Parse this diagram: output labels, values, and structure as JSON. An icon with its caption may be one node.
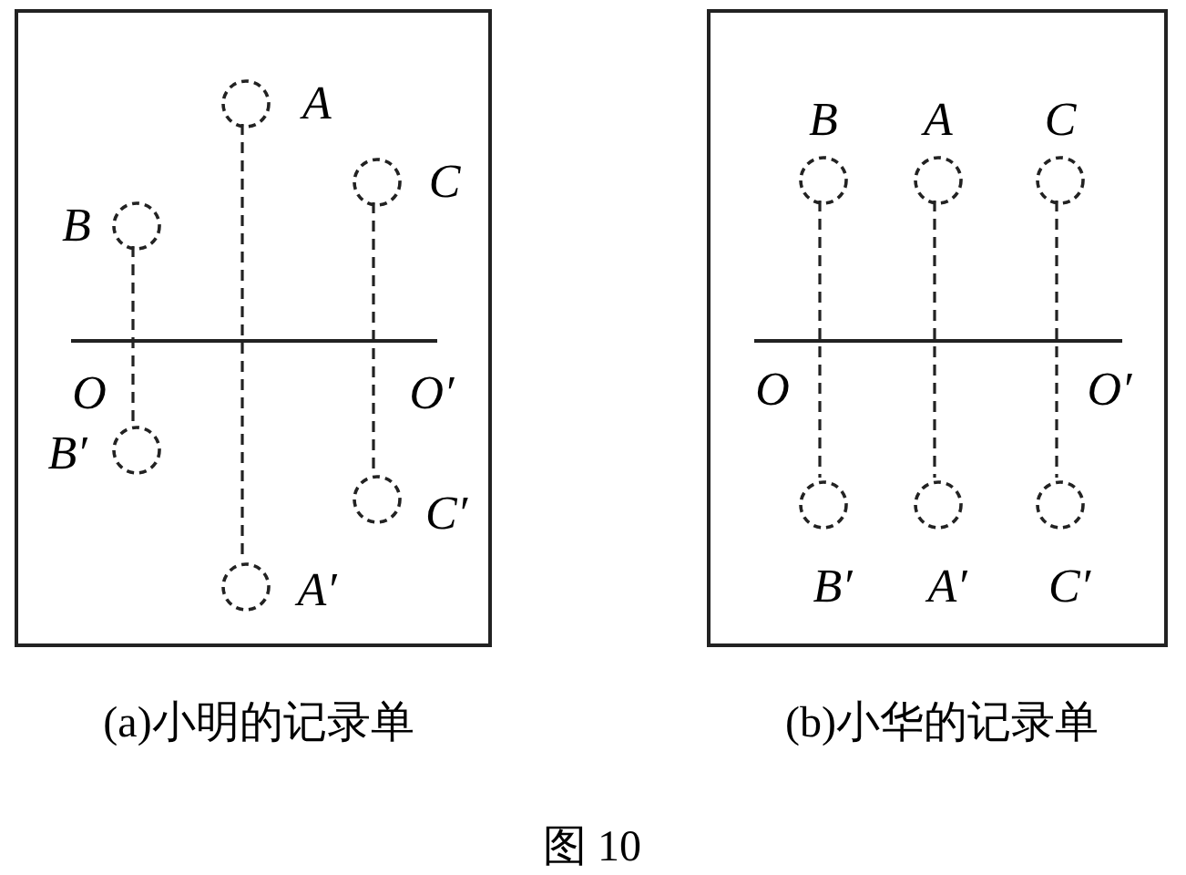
{
  "diagram": {
    "caption": "图 10",
    "nodes": [
      {
        "text": [
          "(a)小明的记录单"
        ]
      },
      {
        "text": [],
        "shape": "circle",
        "in": 0,
        "beside": [
          "A"
        ]
      },
      {
        "text": [],
        "shape": "circle",
        "in": 0,
        "beside": [
          "C"
        ]
      },
      {
        "text": [],
        "shape": "circle",
        "in": 0,
        "beside": [
          "B"
        ]
      },
      {
        "text": [],
        "shape": "line",
        "in": 0,
        "beside": [
          "O",
          "O′"
        ]
      },
      {
        "text": [],
        "shape": "circle",
        "in": 0,
        "beside": [
          "B′"
        ]
      },
      {
        "text": [],
        "shape": "circle",
        "in": 0,
        "beside": [
          "C′"
        ]
      },
      {
        "text": [],
        "shape": "circle",
        "in": 0,
        "beside": [
          "A′"
        ]
      },
      {
        "text": [
          "(b)小华的记录单"
        ]
      },
      {
        "text": [],
        "shape": "circle",
        "in": 8,
        "beside": [
          "B"
        ]
      },
      {
        "text": [],
        "shape": "circle",
        "in": 8,
        "beside": [
          "A"
        ]
      },
      {
        "text": [],
        "shape": "circle",
        "in": 8,
        "beside": [
          "C"
        ]
      },
      {
        "text": [],
        "shape": "line",
        "in": 8,
        "beside": [
          "O",
          "O′"
        ]
      },
      {
        "text": [],
        "shape": "circle",
        "in": 8,
        "beside": [
          "B′"
        ]
      },
      {
        "text": [],
        "shape": "circle",
        "in": 8,
        "beside": [
          "A′"
        ]
      },
      {
        "text": [],
        "shape": "circle",
        "in": 8,
        "beside": [
          "C′"
        ]
      }
    ],
    "edges": [
      {
        "from": 1,
        "to": 7,
        "arrow": "none",
        "style": "dashed"
      },
      {
        "from": 2,
        "to": 6,
        "arrow": "none",
        "style": "dashed"
      },
      {
        "from": 3,
        "to": 5,
        "arrow": "none",
        "style": "dashed"
      },
      {
        "from": 9,
        "to": 13,
        "arrow": "none",
        "style": "dashed"
      },
      {
        "from": 10,
        "to": 14,
        "arrow": "none",
        "style": "dashed"
      },
      {
        "from": 11,
        "to": 15,
        "arrow": "none",
        "style": "dashed"
      }
    ]
  }
}
